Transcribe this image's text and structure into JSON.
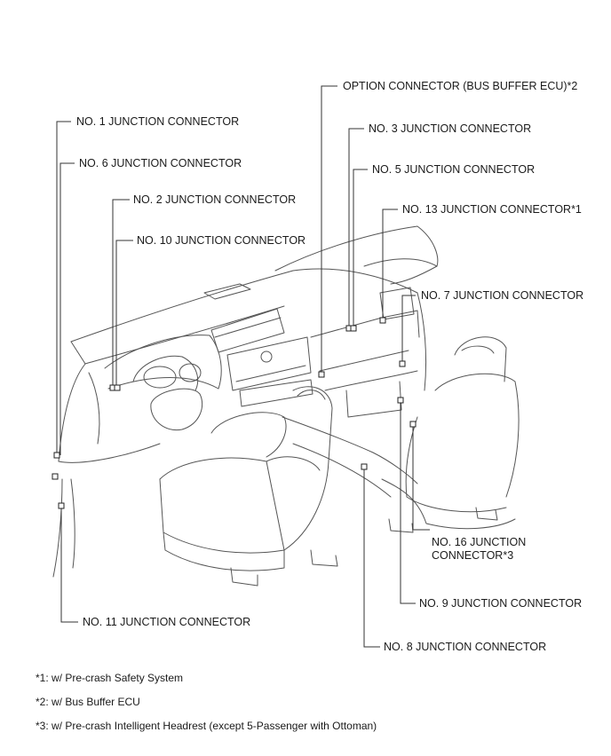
{
  "callouts": {
    "option": "OPTION CONNECTOR (BUS BUFFER ECU)*2",
    "no1": "NO. 1 JUNCTION CONNECTOR",
    "no3": "NO. 3 JUNCTION CONNECTOR",
    "no6": "NO. 6 JUNCTION CONNECTOR",
    "no5": "NO. 5 JUNCTION CONNECTOR",
    "no2": "NO. 2 JUNCTION CONNECTOR",
    "no13": "NO. 13 JUNCTION CONNECTOR*1",
    "no10": "NO. 10 JUNCTION CONNECTOR",
    "no7": "NO. 7 JUNCTION CONNECTOR",
    "no16_line1": "NO. 16 JUNCTION",
    "no16_line2": "CONNECTOR*3",
    "no9": "NO. 9 JUNCTION CONNECTOR",
    "no11": "NO. 11 JUNCTION CONNECTOR",
    "no8": "NO. 8 JUNCTION CONNECTOR"
  },
  "footnotes": {
    "f1": "*1: w/ Pre-crash Safety System",
    "f2": "*2: w/ Bus Buffer ECU",
    "f3": "*3: w/ Pre-crash Intelligent Headrest (except 5-Passenger with Ottoman)"
  }
}
